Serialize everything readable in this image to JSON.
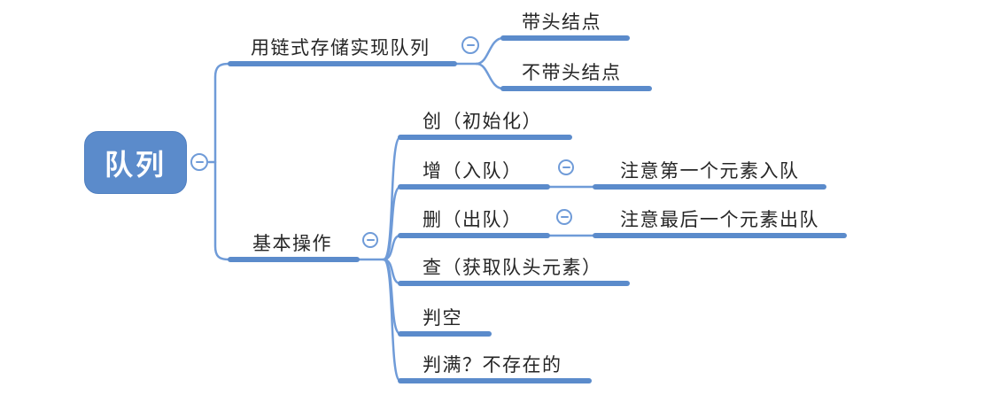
{
  "colors": {
    "primary_blue": "#5B8BCB",
    "branch_blue": "#6F9BD8",
    "root_text": "#ffffff",
    "topic_text": "#262626",
    "background": "#ffffff"
  },
  "icons": {
    "collapse": "minus-circle"
  },
  "mindmap": {
    "root": {
      "label": "队列"
    },
    "branches": [
      {
        "label": "用链式存储实现队列",
        "children": [
          {
            "label": "带头结点"
          },
          {
            "label": "不带头结点"
          }
        ]
      },
      {
        "label": "基本操作",
        "children": [
          {
            "label": "创（初始化）"
          },
          {
            "label": "增（入队）",
            "children": [
              {
                "label": "注意第一个元素入队"
              }
            ]
          },
          {
            "label": "删（出队）",
            "children": [
              {
                "label": "注意最后一个元素出队"
              }
            ]
          },
          {
            "label": "查（获取队头元素）"
          },
          {
            "label": "判空"
          },
          {
            "label": "判满？不存在的"
          }
        ]
      }
    ]
  }
}
